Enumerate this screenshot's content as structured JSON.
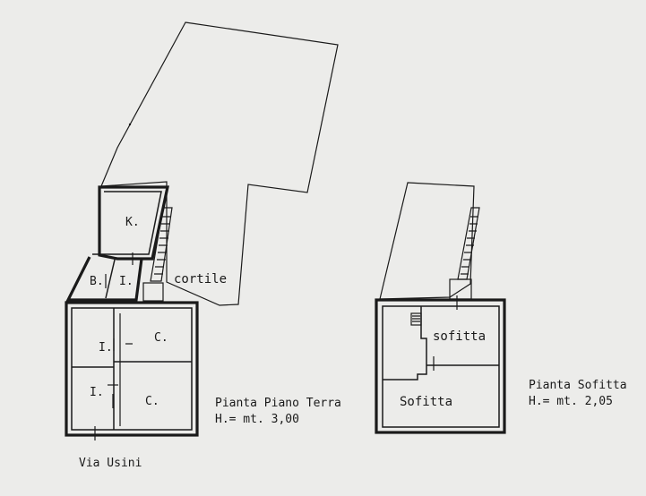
{
  "ground_floor": {
    "rooms": {
      "kitchen": "K.",
      "bath": "B.",
      "hall_upper": "I.",
      "hall_middle": "I.",
      "hall_lower": "I.",
      "room_upper": "C.",
      "room_lower": "C."
    },
    "courtyard": "cortile",
    "street": "Via Usini",
    "title": "Pianta Piano Terra",
    "height": "H.= mt. 3,00"
  },
  "attic": {
    "room_upper": "sofitta",
    "room_lower": "Sofitta",
    "title": "Pianta Sofitta",
    "height": "H.= mt. 2,05"
  },
  "colors": {
    "paper": "#ececea",
    "ink": "#1a1a1a"
  }
}
